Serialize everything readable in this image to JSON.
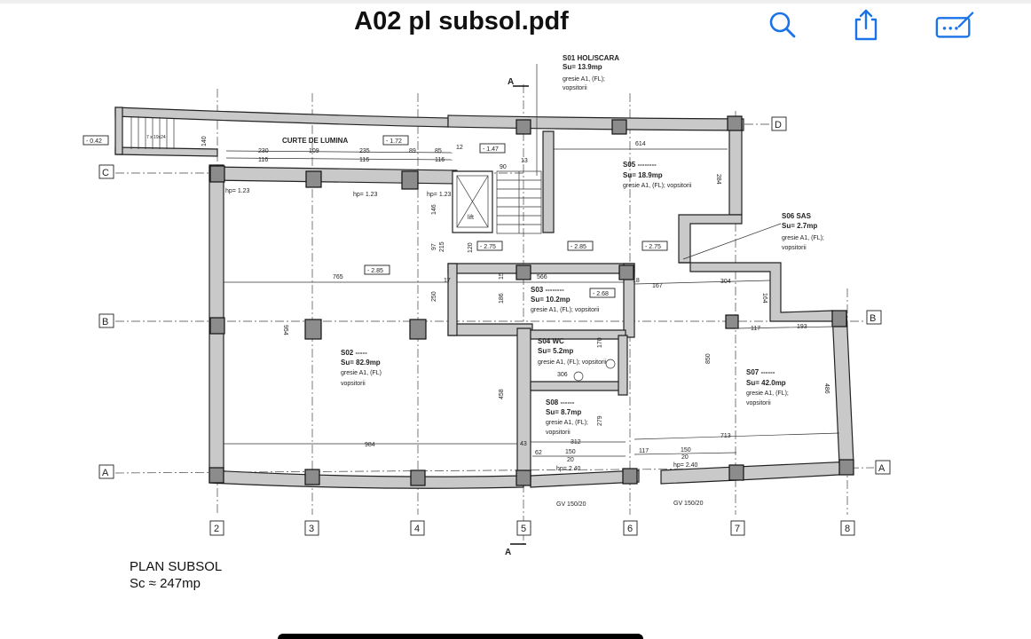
{
  "header": {
    "title": "A02 pl subsol.pdf",
    "search_icon": "search-icon",
    "share_icon": "share-icon",
    "markup_icon": "markup-icon"
  },
  "plan": {
    "footer_title": "PLAN SUBSOL",
    "footer_area": "Sc ≈ 247mp",
    "axis_labels_horizontal": [
      "2",
      "3",
      "4",
      "5",
      "6",
      "7",
      "8"
    ],
    "axis_labels_vertical": [
      "A",
      "B",
      "C",
      "D"
    ],
    "section_marker": "A",
    "level_tags": [
      "- 0.42",
      "- 1.72",
      "- 1.47",
      "- 2.85",
      "- 2.75",
      "- 2.85",
      "- 2.75",
      "- 2.68"
    ],
    "courtyard_label": "CURTE DE LUMINA",
    "stair_note": "7 x 19x24",
    "lift_label": "lift",
    "rooms": [
      {
        "id": "S01",
        "name": "S01 HOL/SCARA",
        "area": "Su= 13.9mp",
        "finish1": "gresie A1, (FL);",
        "finish2": "vopsitorii"
      },
      {
        "id": "S05",
        "name": "S05 --------",
        "area": "Su= 18.9mp",
        "finish1": "gresie A1, (FL); vopsitorii",
        "finish2": ""
      },
      {
        "id": "S06",
        "name": "S06 SAS",
        "area": "Su= 2.7mp",
        "finish1": "gresie A1, (FL);",
        "finish2": "vopsitorii"
      },
      {
        "id": "S03",
        "name": "S03 --------",
        "area": "Su= 10.2mp",
        "finish1": "gresie A1, (FL); vopsitorii",
        "finish2": ""
      },
      {
        "id": "S02",
        "name": "S02 -----",
        "area": "Su= 82.9mp",
        "finish1": "gresie A1, (FL)",
        "finish2": "vopsitorii"
      },
      {
        "id": "S04",
        "name": "S04 WC",
        "area": "Su= 5.2mp",
        "finish1": "gresie A1, (FL); vopsitorii",
        "finish2": ""
      },
      {
        "id": "S08",
        "name": "S08 ------",
        "area": "Su= 8.7mp",
        "finish1": "gresie A1, (FL);",
        "finish2": "vopsitorii"
      },
      {
        "id": "S07",
        "name": "S07 ------",
        "area": "Su= 42.0mp",
        "finish1": "gresie A1, (FL);",
        "finish2": "vopsitorii"
      }
    ],
    "dimensions": [
      "230",
      "109",
      "235",
      "89",
      "85",
      "12",
      "116",
      "116",
      "116",
      "614",
      "284",
      "765",
      "566",
      "167",
      "304",
      "117",
      "193",
      "954",
      "984",
      "312",
      "713",
      "458",
      "850",
      "486",
      "62",
      "150",
      "117",
      "150",
      "20",
      "20",
      "306",
      "170",
      "279",
      "146",
      "97",
      "215",
      "120",
      "250",
      "186",
      "15",
      "17",
      "18",
      "43",
      "164",
      "90",
      "13",
      "hp= 1.23",
      "hp= 1.23",
      "hp= 1.23",
      "hp= 2.40",
      "hp= 2.40",
      "GV 150/20",
      "GV 150/20",
      "140"
    ]
  }
}
